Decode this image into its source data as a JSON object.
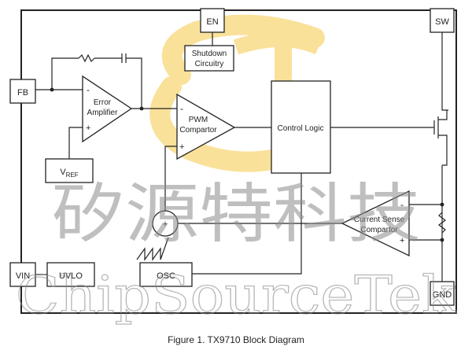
{
  "pins": {
    "fb": "FB",
    "en": "EN",
    "sw": "SW",
    "vin": "VIN",
    "gnd": "GND"
  },
  "blocks": {
    "shutdown_line1": "Shutdown",
    "shutdown_line2": "Circuitry",
    "error_amp_line1": "Error",
    "error_amp_line2": "Amplifier",
    "pwm_line1": "PWM",
    "pwm_line2": "Compartor",
    "control_logic": "Control Logic",
    "vref_main": "V",
    "vref_sub": "REF",
    "uvlo": "UVLO",
    "osc": "OSC",
    "current_sense_line1": "Current Sense",
    "current_sense_line2": "Compartor"
  },
  "signs": {
    "minus": "-",
    "plus": "+"
  },
  "watermark": {
    "chinese": "矽源特科技",
    "english": "ChipSourceTek",
    "logo_text": "CST",
    "logo_color": "#f7c948"
  },
  "caption": "Figure 1. TX9710 Block Diagram"
}
